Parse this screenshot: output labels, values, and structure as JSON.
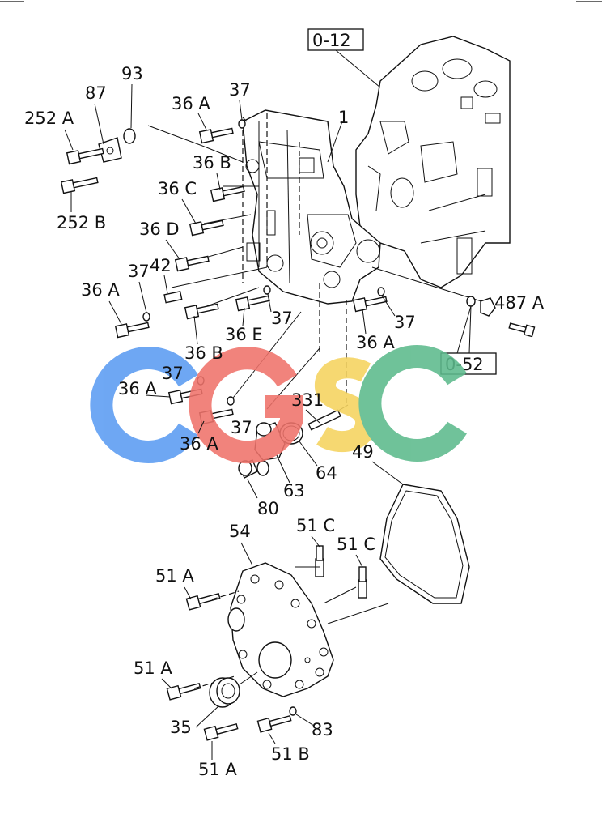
{
  "ref_boxes": {
    "top": "0-12",
    "bottom": "0-52"
  },
  "callouts": {
    "c252a": "252 A",
    "c87": "87",
    "c93": "93",
    "c252b": "252 B",
    "c36a_1": "36 A",
    "c37_1": "37",
    "c1": "1",
    "c36b_1": "36 B",
    "c36c": "36 C",
    "c36d": "36 D",
    "c37_2": "37",
    "c42": "42",
    "c36a_2": "36 A",
    "c37_3": "37",
    "c36e": "36 E",
    "c36b_2": "36 B",
    "c37_4": "37",
    "c36a_3": "36 A",
    "c487a": "487 A",
    "c37_5": "37",
    "c36a_4": "36 A",
    "c331": "331",
    "c36a_5": "36 A",
    "c37_6": "37",
    "c64": "64",
    "c63": "63",
    "c80": "80",
    "c49": "49",
    "c51c_1": "51 C",
    "c51c_2": "51 C",
    "c54": "54",
    "c51a_1": "51 A",
    "c51a_2": "51 A",
    "c35": "35",
    "c83": "83",
    "c51a_3": "51 A",
    "c51b": "51 B"
  },
  "watermark": {
    "text": "CGSC",
    "colors": [
      "#5b9cf2",
      "#f0736b",
      "#f5d35e",
      "#5cba8c"
    ]
  }
}
